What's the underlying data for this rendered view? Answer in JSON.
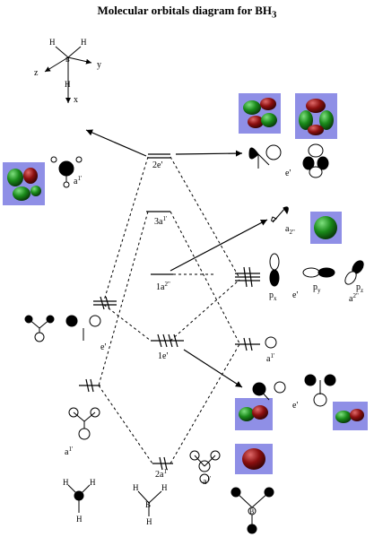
{
  "title": "Molecular orbitals diagram for BH",
  "title_subscript": "3",
  "axes": {
    "z": "z",
    "y": "y",
    "x": "x",
    "h": "H",
    "b": "B"
  },
  "mo_levels": {
    "e2": "2e'",
    "a3": "3a",
    "a3_sup": "1'",
    "a2pp": "1a",
    "a2pp_sup": "2\"",
    "e1": "1e'",
    "a2": "2a",
    "a2_sup": "1'"
  },
  "boron_labels": {
    "e_top": "e'",
    "a2pp_top": "a",
    "a2pp_top_sup": "2\"",
    "px": "p",
    "px_sub": "x",
    "e_mid": "e'",
    "py": "p",
    "py_sub": "y",
    "pz": "p",
    "pz_sub": "z",
    "a2pp_bottom": "a",
    "a2pp_bottom_sup": "2\"",
    "a1_right": "a",
    "a1_right_sup": "1'"
  },
  "ligand_labels": {
    "a1_top": "a",
    "a1_top_sup": "1'",
    "e_left": "e'",
    "a1_left": "a",
    "a1_left_sup": "1'",
    "e_lower_right": "e'",
    "a1_bottom_center": "a",
    "a1_bottom_center_sup": "1'"
  },
  "bottom_molecules": {
    "h": "H",
    "b": "B"
  },
  "colors": {
    "orbital_green": "#1a7a1a",
    "orbital_red": "#8b0f0f",
    "orbital_bg": "#8f8fe6"
  }
}
